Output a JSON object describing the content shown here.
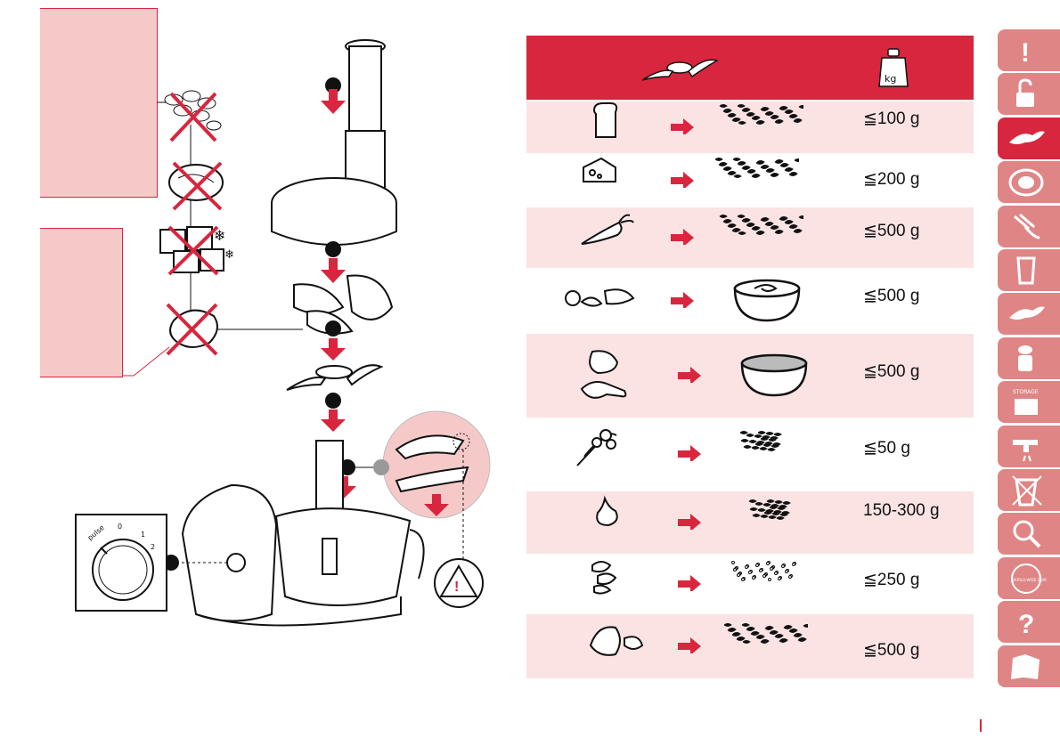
{
  "colors": {
    "accent": "#d7263d",
    "accent_light": "#fbe3e3",
    "tab_inactive": "#e08585",
    "callout": "#f6c9c9"
  },
  "dial": {
    "label_pulse": "pulse",
    "label_0": "0",
    "label_1": "1",
    "label_2": "2"
  },
  "table": {
    "header_icons": [
      "blade-disc-icon",
      "kg-weight-icon"
    ],
    "weight_label": "kg",
    "rows": [
      {
        "input": "bread-icon",
        "output": "crumbs-icon",
        "amount": "≦100 g"
      },
      {
        "input": "cheese-icon",
        "output": "crumbs-icon",
        "amount": "≦200 g"
      },
      {
        "input": "carrot-icon",
        "output": "crumbs-icon",
        "amount": "≦500 g"
      },
      {
        "input": "fruit-icon",
        "output": "puree-bowl-icon",
        "amount": "≦500 g"
      },
      {
        "input": "meat-icon",
        "output": "minced-bowl-icon",
        "amount": "≦500 g"
      },
      {
        "input": "herbs-icon",
        "output": "chopped-herbs-icon",
        "amount": "≦50 g"
      },
      {
        "input": "garlic-icon",
        "output": "chopped-garlic-icon",
        "amount": "150-300 g"
      },
      {
        "input": "nuts-icon",
        "output": "ground-nuts-icon",
        "amount": "≦250 g"
      },
      {
        "input": "onion-icon",
        "output": "crumbs-icon",
        "amount": "≦500 g"
      }
    ]
  },
  "tabs": [
    {
      "icon": "warning-exclamation-icon",
      "active": false
    },
    {
      "icon": "padlock-open-icon",
      "active": false
    },
    {
      "icon": "chopping-blade-icon",
      "active": true
    },
    {
      "icon": "disc-icon",
      "active": false
    },
    {
      "icon": "whisk-icon",
      "active": false
    },
    {
      "icon": "blender-jug-icon",
      "active": false
    },
    {
      "icon": "blade-icon",
      "active": false
    },
    {
      "icon": "juicer-icon",
      "active": false
    },
    {
      "icon": "storage-box-icon",
      "active": false
    },
    {
      "icon": "tap-cleaning-icon",
      "active": false
    },
    {
      "icon": "disposal-bin-icon",
      "active": false
    },
    {
      "icon": "magnifier-icon",
      "active": false
    },
    {
      "icon": "world-guarantee-icon",
      "active": false
    },
    {
      "icon": "question-icon",
      "active": false
    },
    {
      "icon": "booklet-icon",
      "active": false
    }
  ],
  "tab_text": {
    "exclaim": "!",
    "question": "?",
    "storage": "STORAGE",
    "guarantee": "WORLD-WIDE GUARANTEE"
  }
}
